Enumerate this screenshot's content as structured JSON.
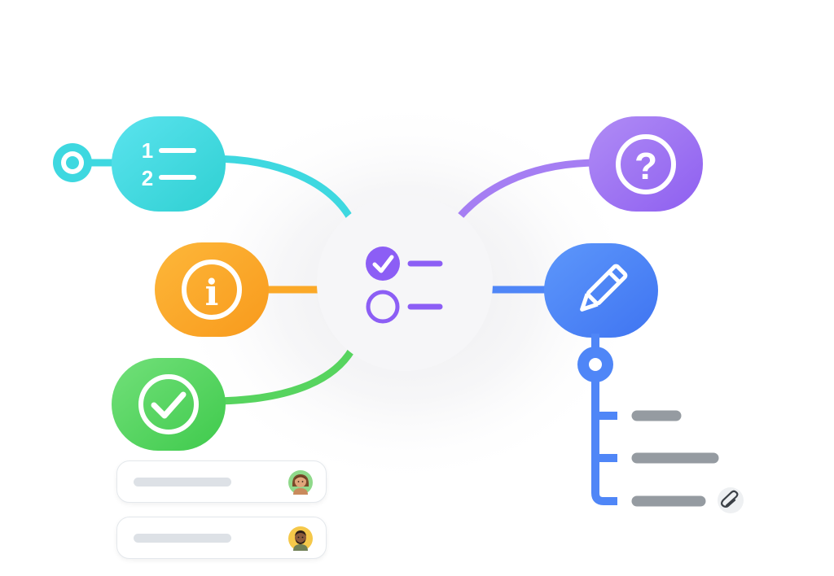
{
  "diagram": {
    "center_icon": "checklist-icon",
    "colors": {
      "numbered_list": "#3ed8e0",
      "info": "#fba928",
      "check": "#57d45f",
      "question": "#9d73f0",
      "edit": "#4f86f7",
      "center_accent": "#8c5ef5",
      "placeholder_bar": "#959ba1"
    },
    "nodes": [
      {
        "id": "numbered-list",
        "icon": "numbered-list-icon",
        "labels": [
          "1",
          "2"
        ]
      },
      {
        "id": "info",
        "icon": "info-icon",
        "label": "i"
      },
      {
        "id": "check",
        "icon": "checkmark-icon"
      },
      {
        "id": "question",
        "icon": "question-mark-icon",
        "label": "?"
      },
      {
        "id": "edit",
        "icon": "pencil-icon"
      }
    ],
    "attachment_icon": "paperclip-icon"
  },
  "cards": [
    {
      "avatar": "avatar-woman-icon"
    },
    {
      "avatar": "avatar-man-icon"
    }
  ]
}
